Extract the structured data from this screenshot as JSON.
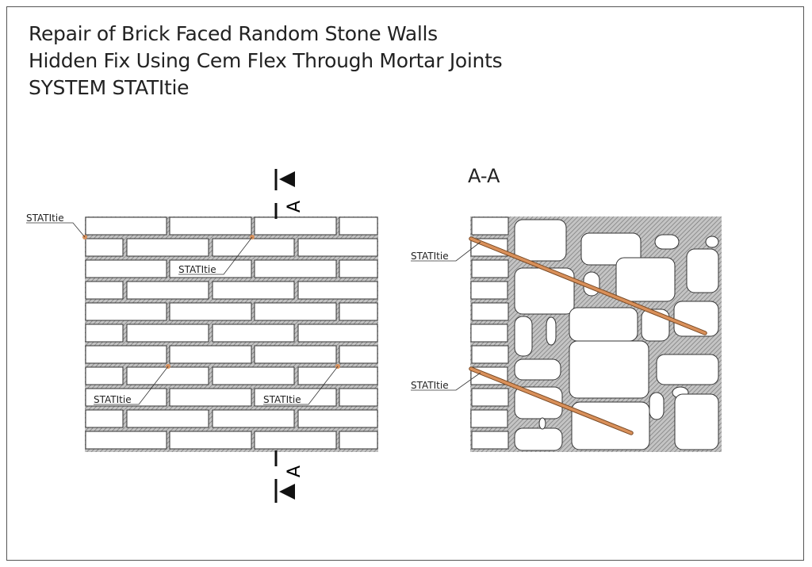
{
  "title": {
    "line1": "Repair of Brick Faced Random Stone Walls",
    "line2": "Hidden Fix Using Cem Flex Through Mortar Joints",
    "line3": "SYSTEM STATItie"
  },
  "elevation": {
    "section_marker": "A",
    "labels": [
      "STATItie",
      "STATItie",
      "STATItie",
      "STATItie"
    ]
  },
  "section": {
    "title": "A-A",
    "labels": [
      "STATItie",
      "STATItie"
    ]
  },
  "colors": {
    "tie": "#d9905a",
    "mortar": "#a8a8a8",
    "line": "#333333"
  }
}
